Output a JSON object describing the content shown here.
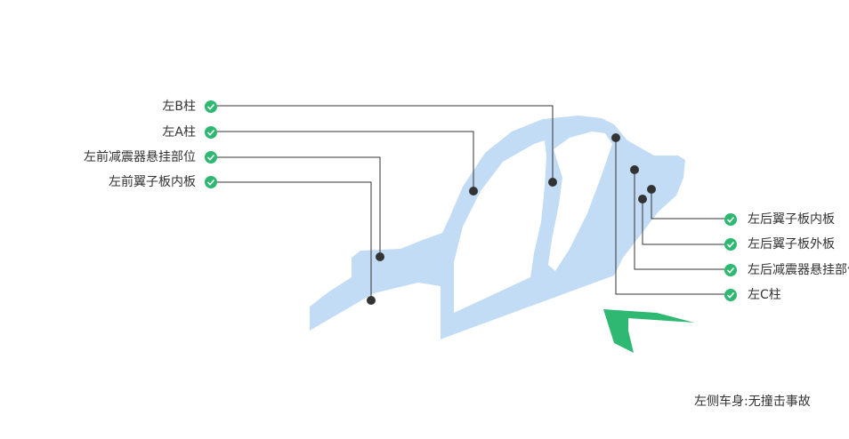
{
  "colors": {
    "body_fill": "#c3dcf5",
    "check_green": "#2eb872",
    "dot": "#333333",
    "line": "#333333",
    "arrow": "#2eb872"
  },
  "left_labels": [
    {
      "text": "左B柱",
      "status": "check-icon"
    },
    {
      "text": "左A柱",
      "status": "check-icon"
    },
    {
      "text": "左前减震器悬挂部位",
      "status": "check-icon"
    },
    {
      "text": "左前翼子板内板",
      "status": "check-icon"
    }
  ],
  "right_labels": [
    {
      "text": "左后翼子板内板",
      "status": "check-icon"
    },
    {
      "text": "左后翼子板外板",
      "status": "check-icon"
    },
    {
      "text": "左后减震器悬挂部位",
      "status": "check-icon"
    },
    {
      "text": "左C柱",
      "status": "check-icon"
    }
  ],
  "caption": "左侧车身:无撞击事故"
}
